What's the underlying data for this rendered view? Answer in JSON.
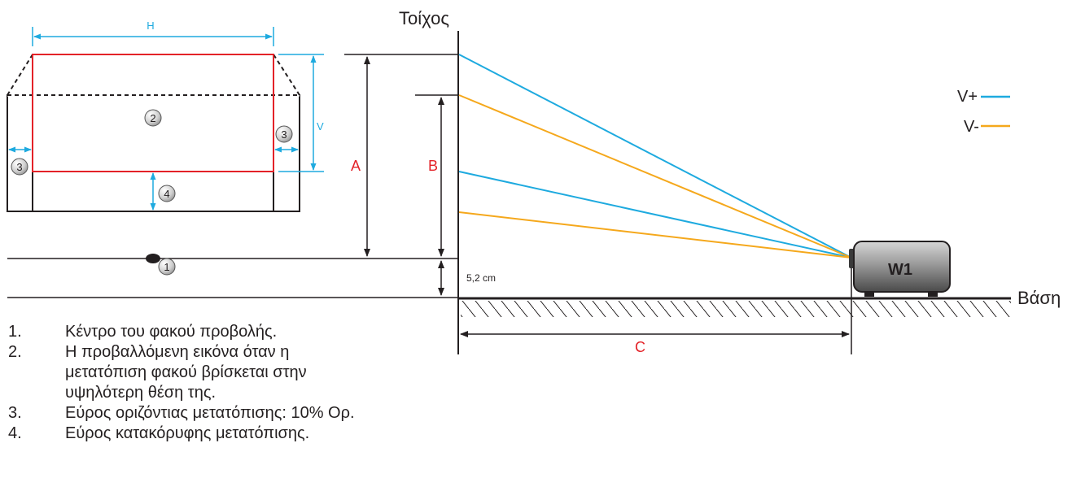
{
  "labels": {
    "wall": "Τοίχος",
    "base": "Βάση",
    "H": "H",
    "V": "V",
    "A": "A",
    "B": "B",
    "C": "C",
    "offset": "5,2 cm",
    "projector_model": "W1"
  },
  "legend": [
    {
      "label": "V+",
      "color": "#1eaadf"
    },
    {
      "label": "V-",
      "color": "#f5a81c"
    }
  ],
  "callouts": [
    "1",
    "2",
    "3",
    "4"
  ],
  "notes": [
    {
      "num": "1.",
      "lines": [
        "Κέντρο του φακού προβολής."
      ]
    },
    {
      "num": "2.",
      "lines": [
        "Η προβαλλόμενη εικόνα όταν η",
        "μετατόπιση φακού βρίσκεται στην",
        "υψηλότερη θέση της."
      ]
    },
    {
      "num": "3.",
      "lines": [
        "Εύρος οριζόντιας μετατόπισης: 10% Ορ."
      ]
    },
    {
      "num": "4.",
      "lines": [
        "Εύρος κατακόρυφης μετατόπισης."
      ]
    }
  ],
  "colors": {
    "line": "#231f20",
    "red": "#e32228",
    "blue": "#1eaadf",
    "orange": "#f5a81c",
    "projector_body": "#8a8a8a"
  }
}
